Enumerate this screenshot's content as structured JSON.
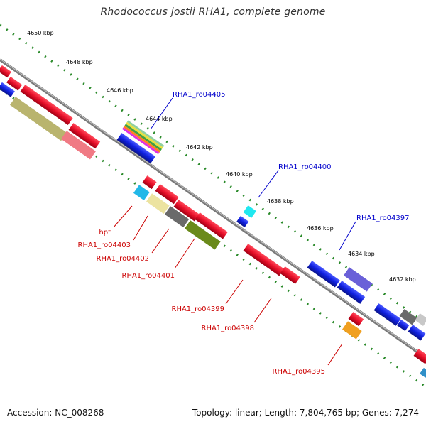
{
  "title": "Rhodococcus jostii RHA1, complete genome",
  "footer": {
    "accession": "Accession: NC_008268",
    "topology": "Topology: linear; Length: 7,804,765 bp; Genes: 7,274"
  },
  "scale_ticks": [
    "4650 kbp",
    "4648 kbp",
    "4646 kbp",
    "4644 kbp",
    "4642 kbp",
    "4640 kbp",
    "4638 kbp",
    "4636 kbp",
    "4634 kbp",
    "4632 kbp"
  ],
  "labels_top": [
    "RHA1_ro04405",
    "RHA1_ro04400",
    "RHA1_ro04397"
  ],
  "labels_bottom": [
    "hpt",
    "RHA1_ro04403",
    "RHA1_ro04402",
    "RHA1_ro04401",
    "RHA1_ro04399",
    "RHA1_ro04398",
    "RHA1_ro04395"
  ],
  "colors": {
    "forward_label": "#0000cc",
    "reverse_label": "#cc0000",
    "gene_red": "#e8102a",
    "gene_blue": "#1020e0",
    "scale_dots": "#2a8a2a",
    "backbone": "#888888"
  }
}
